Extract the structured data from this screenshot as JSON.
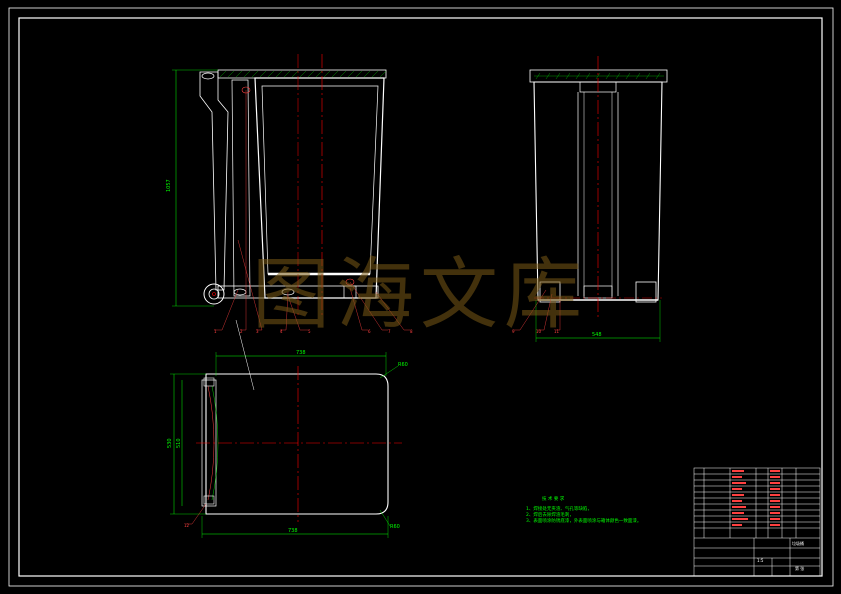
{
  "watermark": "图海文库",
  "dimensions": {
    "overall_height": "1057",
    "side_width": "548",
    "top_width": "738",
    "bottom_width": "738",
    "depth_outer": "530",
    "depth_inner": "510",
    "corner_radius_top": "R60",
    "corner_radius_bottom": "R60"
  },
  "technical_requirements": {
    "title": "技 术 要 求",
    "items": [
      "1、焊接处无夹渣、气孔等缺陷，",
      "2、焊后去除焊渣毛刺，",
      "3、表面喷涂防锈底漆，外表面喷涂与箱体颜色一致面漆。"
    ]
  },
  "title_block": {
    "part_name": "垃圾桶",
    "sheet_label": "第 张",
    "scale": "1:5"
  },
  "colors": {
    "background": "#000000",
    "outline": "#ffffff",
    "centerline": "#ff0000",
    "dimension": "#00ff00",
    "leader": "#ff4040",
    "hatch": "#00c000",
    "watermark": "#7a5a16"
  }
}
